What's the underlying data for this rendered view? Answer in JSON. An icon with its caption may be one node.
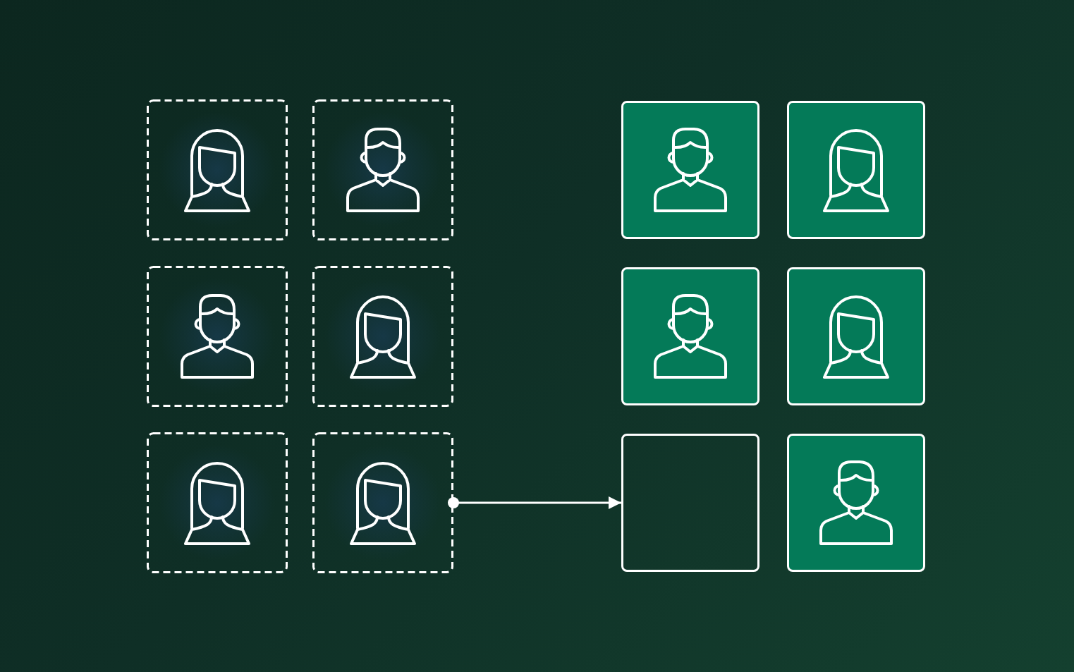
{
  "diagram": {
    "nodes": [
      {
        "text": [],
        "shape": "box"
      },
      {
        "text": [],
        "shape": "box"
      },
      {
        "text": [],
        "shape": "box"
      },
      {
        "text": [],
        "shape": "box"
      },
      {
        "text": [],
        "shape": "box"
      },
      {
        "text": [],
        "shape": "box"
      },
      {
        "text": [],
        "shape": "box"
      },
      {
        "text": [],
        "shape": "box"
      },
      {
        "text": [],
        "shape": "box"
      },
      {
        "text": [],
        "shape": "box"
      },
      {
        "text": [],
        "shape": "box"
      },
      {
        "text": [],
        "shape": "box"
      }
    ],
    "edges": [
      {
        "from": 5,
        "to": 10,
        "arrow": "to"
      }
    ]
  }
}
